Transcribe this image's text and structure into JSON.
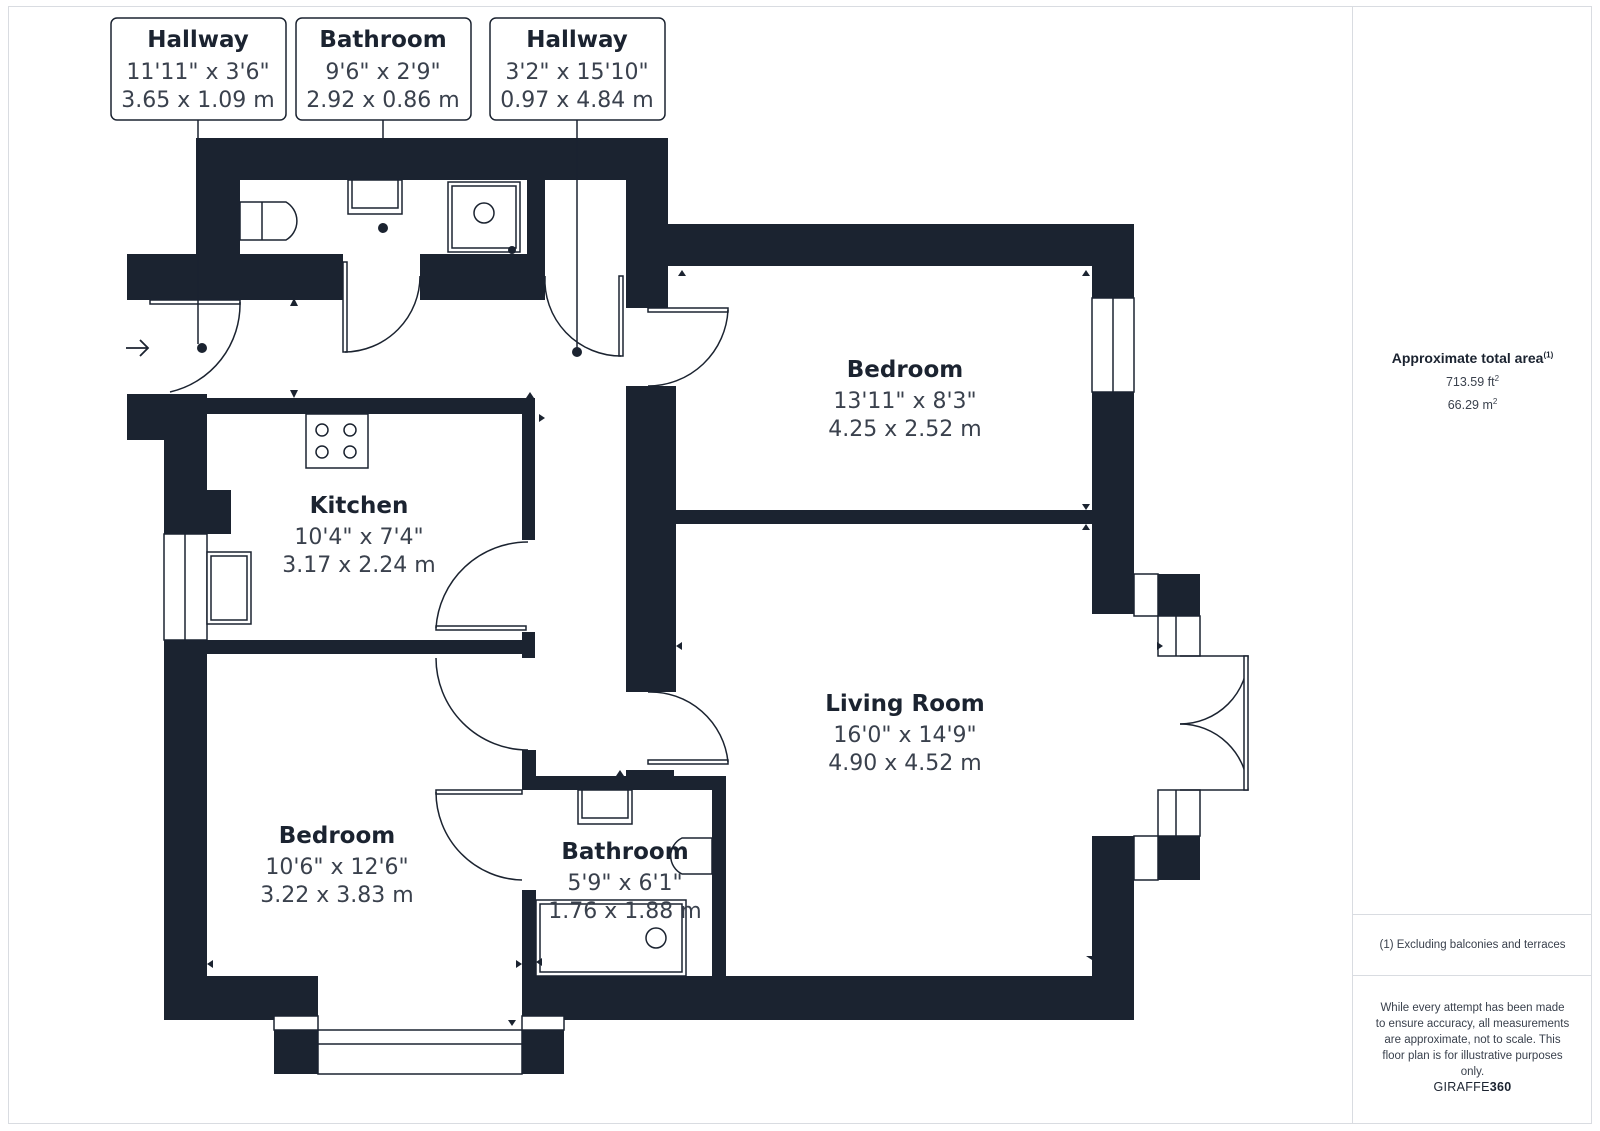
{
  "rooms": {
    "hallway1": {
      "name": "Hallway",
      "imperial": "11'11\" x 3'6\"",
      "metric": "3.65 x 1.09 m"
    },
    "bathroom1": {
      "name": "Bathroom",
      "imperial": "9'6\" x 2'9\"",
      "metric": "2.92 x 0.86 m"
    },
    "hallway2": {
      "name": "Hallway",
      "imperial": "3'2\" x 15'10\"",
      "metric": "0.97 x 4.84 m"
    },
    "bedroom1": {
      "name": "Bedroom",
      "imperial": "13'11\" x 8'3\"",
      "metric": "4.25 x 2.52 m"
    },
    "kitchen": {
      "name": "Kitchen",
      "imperial": "10'4\" x 7'4\"",
      "metric": "3.17 x 2.24 m"
    },
    "living": {
      "name": "Living Room",
      "imperial": "16'0\" x 14'9\"",
      "metric": "4.90 x 4.52 m"
    },
    "bedroom2": {
      "name": "Bedroom",
      "imperial": "10'6\" x 12'6\"",
      "metric": "3.22 x 3.83 m"
    },
    "bathroom2": {
      "name": "Bathroom",
      "imperial": "5'9\" x 6'1\"",
      "metric": "1.76 x 1.88 m"
    }
  },
  "sidebar": {
    "area_title": "Approximate total area",
    "area_note_marker": "(1)",
    "area_ft": "713.59 ft",
    "area_ft_unit": "2",
    "area_m": "66.29 m",
    "area_m_unit": "2",
    "footnote": "(1) Excluding balconies and terraces",
    "disclaimer": "While every attempt has been made to ensure accuracy, all measurements are approximate, not to scale. This floor plan is for illustrative purposes only.",
    "brand_light": "GIRAFFE",
    "brand_bold": "360"
  },
  "colors": {
    "wall": "#1b2330",
    "line": "#1b2330",
    "border": "#d9dce1"
  }
}
